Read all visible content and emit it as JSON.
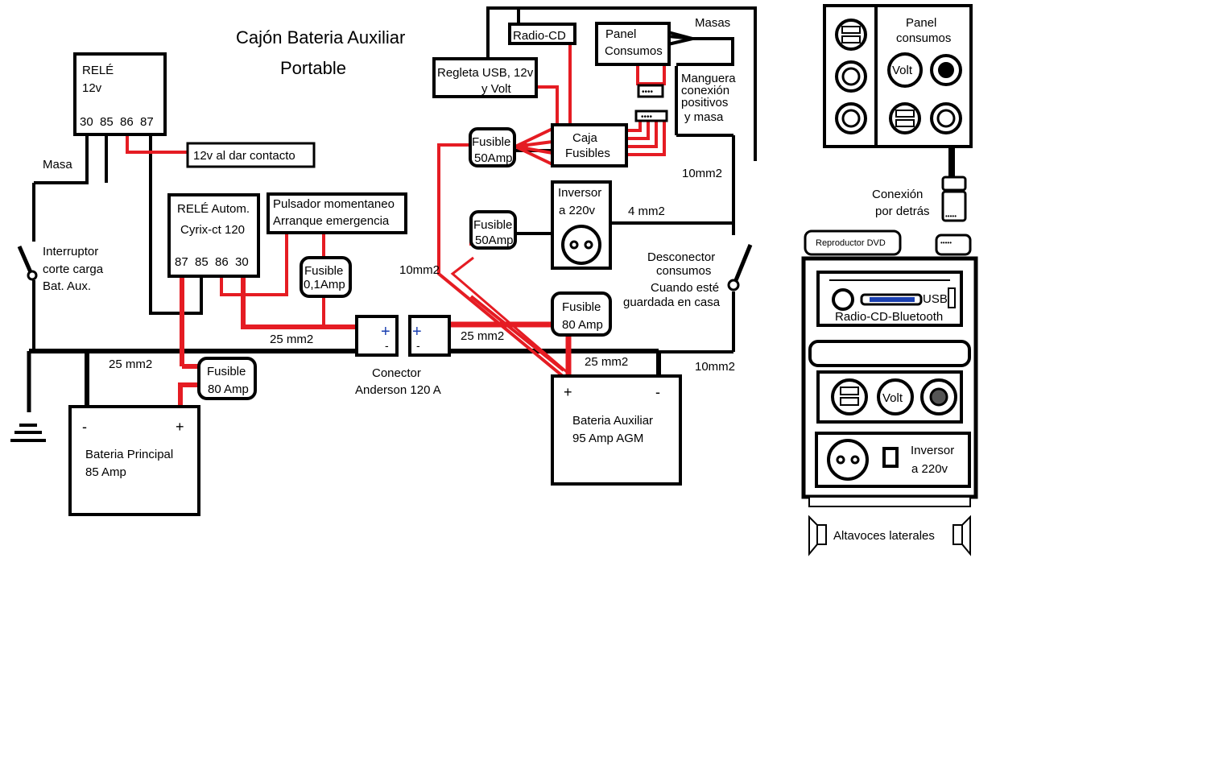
{
  "title": {
    "line1": "Cajón Bateria Auxiliar",
    "line2": "Portable"
  },
  "rele12": {
    "name": "RELÉ",
    "voltage": "12v",
    "pins": "30  85  86  87"
  },
  "contacto": "12v al dar contacto",
  "masa_left": "Masa",
  "interruptor": [
    "Interruptor",
    "corte carga",
    "Bat. Aux."
  ],
  "rele_auto": {
    "line1": "RELÉ Autom.",
    "line2": "Cyrix-ct 120",
    "pins": "87  85  86  30"
  },
  "pulsador": [
    "Pulsador momentaneo",
    "Arranque emergencia"
  ],
  "fusible_01": [
    "Fusible",
    "0,1Amp"
  ],
  "fusible_80_main": [
    "Fusible",
    "80 Amp"
  ],
  "fusible_80_aux": [
    "Fusible",
    "80 Amp"
  ],
  "fusible_50_top": [
    "Fusible",
    "50Amp"
  ],
  "fusible_50_inv": [
    "Fusible",
    "50Amp"
  ],
  "cable_25_left": "25 mm2",
  "cable_25_mid": "25 mm2",
  "cable_25_right": "25 mm2",
  "cable_25_bat": "25 mm2",
  "cable_10_a": "10mm2",
  "cable_10_b": "10mm2",
  "cable_10_c": "10mm2",
  "cable_4": "4 mm2",
  "anderson": [
    "Conector",
    "Anderson 120 A"
  ],
  "bateria_principal": {
    "minus": "-",
    "plus": "+",
    "line1": "Bateria Principal",
    "line2": "85 Amp"
  },
  "bateria_aux": {
    "minus": "-",
    "plus": "+",
    "line1": "Bateria Auxiliar",
    "line2": "95 Amp AGM"
  },
  "radio_cd": "Radio-CD",
  "panel_consumos_box": [
    "Panel",
    "Consumos"
  ],
  "masas": "Masas",
  "regleta": [
    "Regleta USB, 12v",
    "y Volt"
  ],
  "caja_fusibles": [
    "Caja",
    "Fusibles"
  ],
  "manguera": [
    "Manguera",
    "conexión",
    "positivos",
    "y masa"
  ],
  "inversor": [
    "Inversor",
    "a 220v"
  ],
  "desconector": [
    "Desconector",
    "consumos",
    "Cuando esté",
    "guardada en casa"
  ],
  "panel_right": [
    "Panel",
    "consumos"
  ],
  "volt": "Volt",
  "conexion": [
    "Conexión",
    "por detrás"
  ],
  "reproductor_dvd": "Reproductor DVD",
  "usb": "USB",
  "radio_bt": "Radio-CD-Bluetooth",
  "inversor_front": [
    "Inversor",
    "a 220v"
  ],
  "altavoces": "Altavoces laterales",
  "colors": {
    "wire_black": "#000000",
    "wire_red": "#e51c23"
  }
}
